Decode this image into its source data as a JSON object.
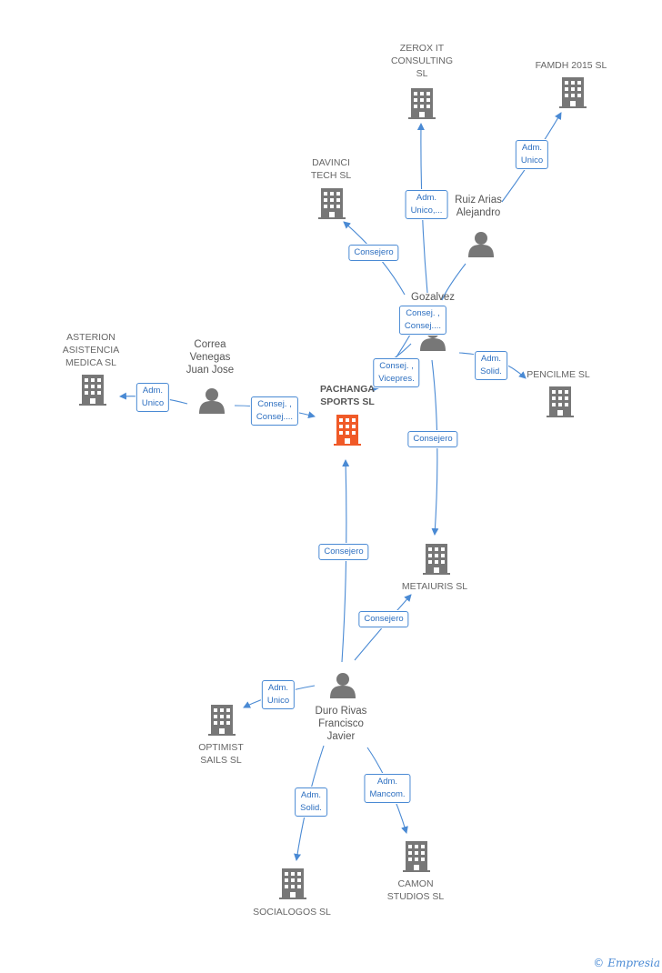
{
  "companies": {
    "pachanga": {
      "label": "PACHANGA\nSPORTS  SL"
    },
    "zerox": {
      "label": "ZEROX IT\nCONSULTING\nSL"
    },
    "famdh": {
      "label": "FAMDH 2015  SL"
    },
    "davinci": {
      "label": "DAVINCI\nTECH  SL"
    },
    "asterion": {
      "label": "ASTERION\nASISTENCIA\nMEDICA  SL"
    },
    "pencilme": {
      "label": "PENCILME  SL"
    },
    "metaiuris": {
      "label": "METAIURIS  SL"
    },
    "optimist": {
      "label": "OPTIMIST\nSAILS  SL"
    },
    "socialogos": {
      "label": "SOCIALOGOS SL"
    },
    "camon": {
      "label": "CAMON\nSTUDIOS  SL"
    }
  },
  "persons": {
    "ruiz": {
      "label": "Ruiz Arias\nAlejandro"
    },
    "gozalvez": {
      "label": "Gozalvez\nas"
    },
    "correa": {
      "label": "Correa\nVenegas\nJuan Jose"
    },
    "duro": {
      "label": "Duro Rivas\nFrancisco\nJavier"
    }
  },
  "edges": {
    "gozalvez_zerox": "Adm.\nUnico,...",
    "ruiz_famdh": "Adm.\nUnico",
    "gozalvez_davinci": "Consejero",
    "gozalvez_pachanga_1": "Consej. ,\nConsej....",
    "gozalvez_pachanga_2": "Consej. ,\nVicepres.",
    "gozalvez_pencilme": "Adm.\nSolid.",
    "gozalvez_metaiuris": "Consejero",
    "correa_asterion": "Adm.\nUnico",
    "correa_pachanga": "Consej. ,\nConsej....",
    "duro_pachanga": "Consejero",
    "duro_metaiuris": "Consejero",
    "duro_optimist": "Adm.\nUnico",
    "duro_socialogos": "Adm.\nSolid.",
    "duro_camon": "Adm.\nMancom."
  },
  "colors": {
    "edge": "#4a8ad4",
    "company_icon": "#777777",
    "center_icon": "#f05a28",
    "person_icon": "#777777"
  },
  "footer": {
    "copyright": "©",
    "brand": "Empresia"
  }
}
